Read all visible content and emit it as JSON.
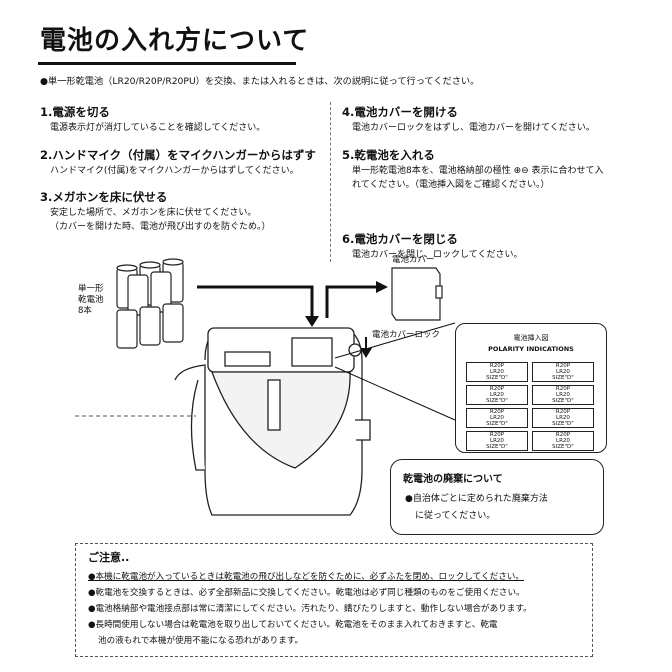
{
  "title": "電池の入れ方について",
  "intro": "●単一形乾電池（LR20/R20P/R20PU）を交換、または入れるときは、次の説明に従って行ってください。",
  "steps": [
    {
      "head": "1.電源を切る",
      "lines": [
        "電源表示灯が消灯していることを確認してください。"
      ]
    },
    {
      "head": "2.ハンドマイク（付属）をマイクハンガーからはずす",
      "lines": [
        "ハンドマイク(付属)をマイクハンガーからはずしてください。"
      ]
    },
    {
      "head": "3.メガホンを床に伏せる",
      "lines": [
        "安定した場所で、メガホンを床に伏せてください。",
        "（カバーを開けた時、電池が飛び出すのを防ぐため。）"
      ]
    },
    {
      "head": "4.電池カバーを開ける",
      "lines": [
        "電池カバーロックをはずし、電池カバーを開けてください。"
      ]
    },
    {
      "head": "5.乾電池を入れる",
      "lines": [
        "単一形乾電池8本を、電池格納部の極性 ⊕⊖ 表示に合わせて入",
        "れてください。（電池挿入図をご確認ください。）"
      ]
    },
    {
      "head": "6.電池カバーを閉じる",
      "lines": [
        "電池カバーを閉じ、ロックしてください。"
      ]
    }
  ],
  "figure": {
    "battery_label_1": "単一形",
    "battery_label_2": "乾電池",
    "battery_label_3": "8本",
    "cover_label": "電池カバー",
    "lock_label": "電池カバーロック",
    "polarity_title_jp": "電池挿入図",
    "polarity_title_en": "POLARITY INDICATIONS",
    "cell_text_1": "R20P",
    "cell_text_2": "LR20",
    "cell_text_3": "SIZE\"D\""
  },
  "disposal": {
    "title": "乾電池の廃棄について",
    "line1": "●自治体ごとに定められた廃棄方法",
    "line2": "に従ってください。"
  },
  "caution": {
    "title": "ご注意..",
    "items": [
      "●本機に乾電池が入っているときは乾電池の飛び出しなどを防ぐために、必ずふたを閉め、ロックしてください。",
      "●乾電池を交換するときは、必ず全部新品に交換してください。乾電池は必ず同じ種類のものをご使用ください。",
      "●電池格納部や電池接点部は常に清潔にしてください。汚れたり、錆びたりしますと、動作しない場合があります。",
      "●長時間使用しない場合は乾電池を取り出しておいてください。乾電池をそのまま入れておきますと、乾電",
      "池の液もれで本機が使用不能になる恐れがあります。"
    ]
  }
}
